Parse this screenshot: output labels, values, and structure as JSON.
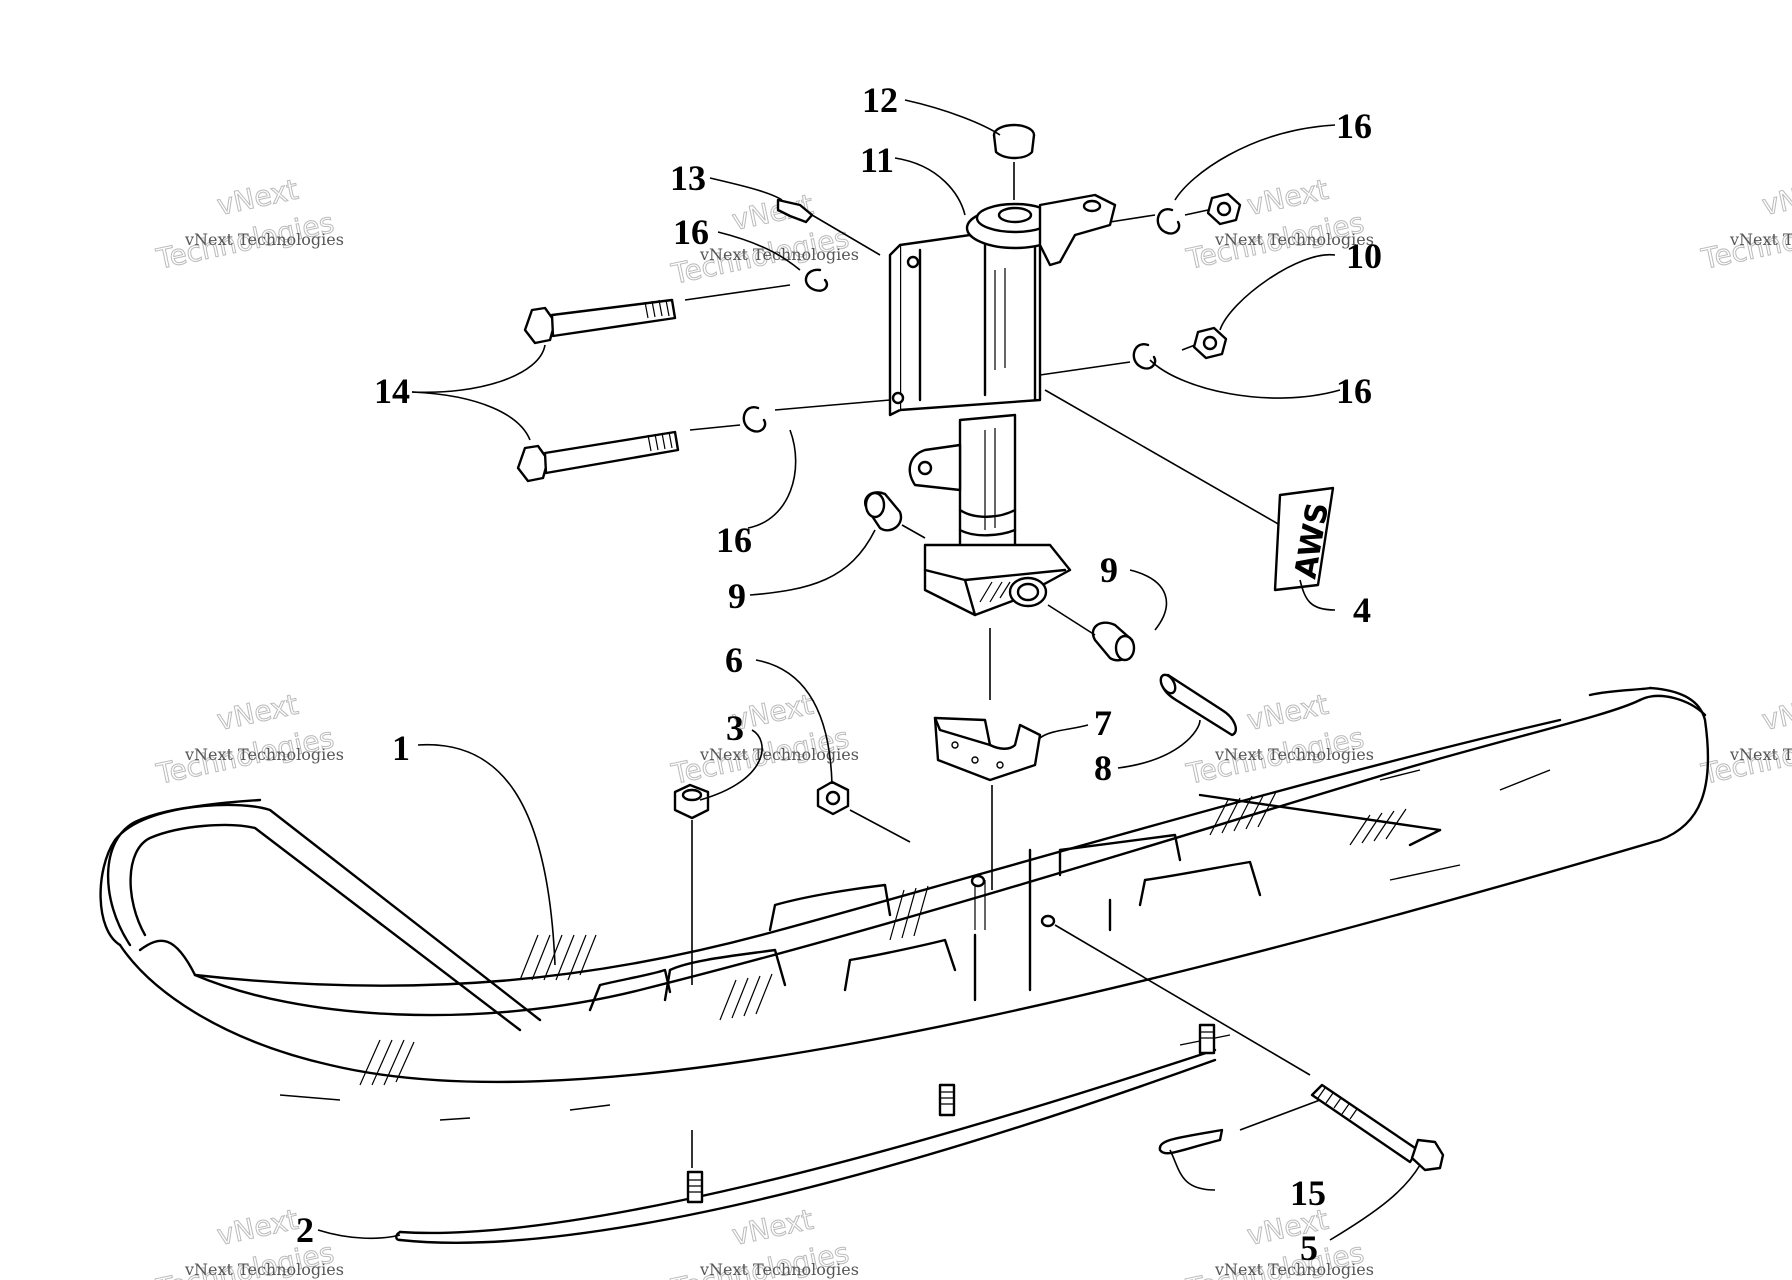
{
  "diagram": {
    "callouts": [
      "1",
      "2",
      "3",
      "4",
      "5",
      "6",
      "7",
      "8",
      "9",
      "9",
      "10",
      "11",
      "12",
      "13",
      "14",
      "15",
      "16",
      "16",
      "16",
      "16"
    ],
    "decal_text": "AWS",
    "watermark": {
      "line1": "vNext Technologies",
      "line2": "vNext",
      "line3": "Technologies"
    }
  }
}
